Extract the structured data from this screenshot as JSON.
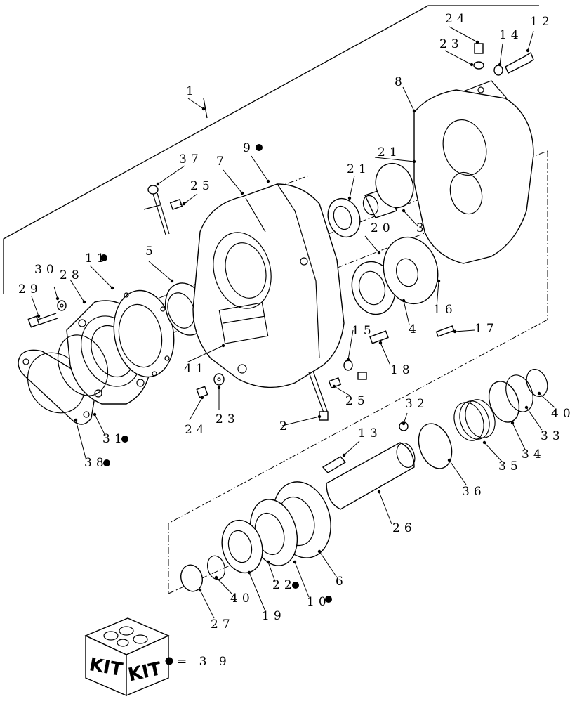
{
  "callouts": [
    {
      "id": "c1",
      "text": "1",
      "kit": false
    },
    {
      "id": "c2",
      "text": "2",
      "kit": false
    },
    {
      "id": "c3",
      "text": "3",
      "kit": false
    },
    {
      "id": "c4",
      "text": "4",
      "kit": false
    },
    {
      "id": "c5",
      "text": "5",
      "kit": false
    },
    {
      "id": "c6",
      "text": "6",
      "kit": false
    },
    {
      "id": "c7",
      "text": "7",
      "kit": false
    },
    {
      "id": "c8",
      "text": "8",
      "kit": false
    },
    {
      "id": "c9",
      "text": "9",
      "kit": true
    },
    {
      "id": "c10",
      "text": "10",
      "kit": true
    },
    {
      "id": "c11",
      "text": "11",
      "kit": true
    },
    {
      "id": "c12",
      "text": "12",
      "kit": false
    },
    {
      "id": "c13",
      "text": "13",
      "kit": false
    },
    {
      "id": "c14",
      "text": "14",
      "kit": false
    },
    {
      "id": "c15",
      "text": "15",
      "kit": false
    },
    {
      "id": "c16",
      "text": "16",
      "kit": false
    },
    {
      "id": "c17",
      "text": "17",
      "kit": false
    },
    {
      "id": "c18",
      "text": "18",
      "kit": false
    },
    {
      "id": "c19",
      "text": "19",
      "kit": false
    },
    {
      "id": "c20",
      "text": "20",
      "kit": false
    },
    {
      "id": "c21a",
      "text": "21",
      "kit": false
    },
    {
      "id": "c21b",
      "text": "21",
      "kit": false
    },
    {
      "id": "c22",
      "text": "22",
      "kit": true
    },
    {
      "id": "c23a",
      "text": "23",
      "kit": false
    },
    {
      "id": "c23b",
      "text": "23",
      "kit": false
    },
    {
      "id": "c24a",
      "text": "24",
      "kit": false
    },
    {
      "id": "c24b",
      "text": "24",
      "kit": false
    },
    {
      "id": "c25a",
      "text": "25",
      "kit": false
    },
    {
      "id": "c25b",
      "text": "25",
      "kit": false
    },
    {
      "id": "c26",
      "text": "26",
      "kit": false
    },
    {
      "id": "c27",
      "text": "27",
      "kit": false
    },
    {
      "id": "c28",
      "text": "28",
      "kit": false
    },
    {
      "id": "c29",
      "text": "29",
      "kit": false
    },
    {
      "id": "c30",
      "text": "30",
      "kit": false
    },
    {
      "id": "c31",
      "text": "31",
      "kit": true
    },
    {
      "id": "c32",
      "text": "32",
      "kit": false
    },
    {
      "id": "c33",
      "text": "33",
      "kit": false
    },
    {
      "id": "c34",
      "text": "34",
      "kit": false
    },
    {
      "id": "c35",
      "text": "35",
      "kit": false
    },
    {
      "id": "c36",
      "text": "36",
      "kit": false
    },
    {
      "id": "c37",
      "text": "37",
      "kit": false
    },
    {
      "id": "c38",
      "text": "38",
      "kit": true
    },
    {
      "id": "c40a",
      "text": "40",
      "kit": false
    },
    {
      "id": "c40b",
      "text": "40",
      "kit": false
    },
    {
      "id": "c41",
      "text": "41",
      "kit": false
    }
  ],
  "kit_legend": {
    "box_label_left": "KIT",
    "box_label_right": "KIT",
    "equals_text": "= 3 9"
  },
  "colors": {
    "ink": "#000000",
    "paper": "#ffffff"
  }
}
